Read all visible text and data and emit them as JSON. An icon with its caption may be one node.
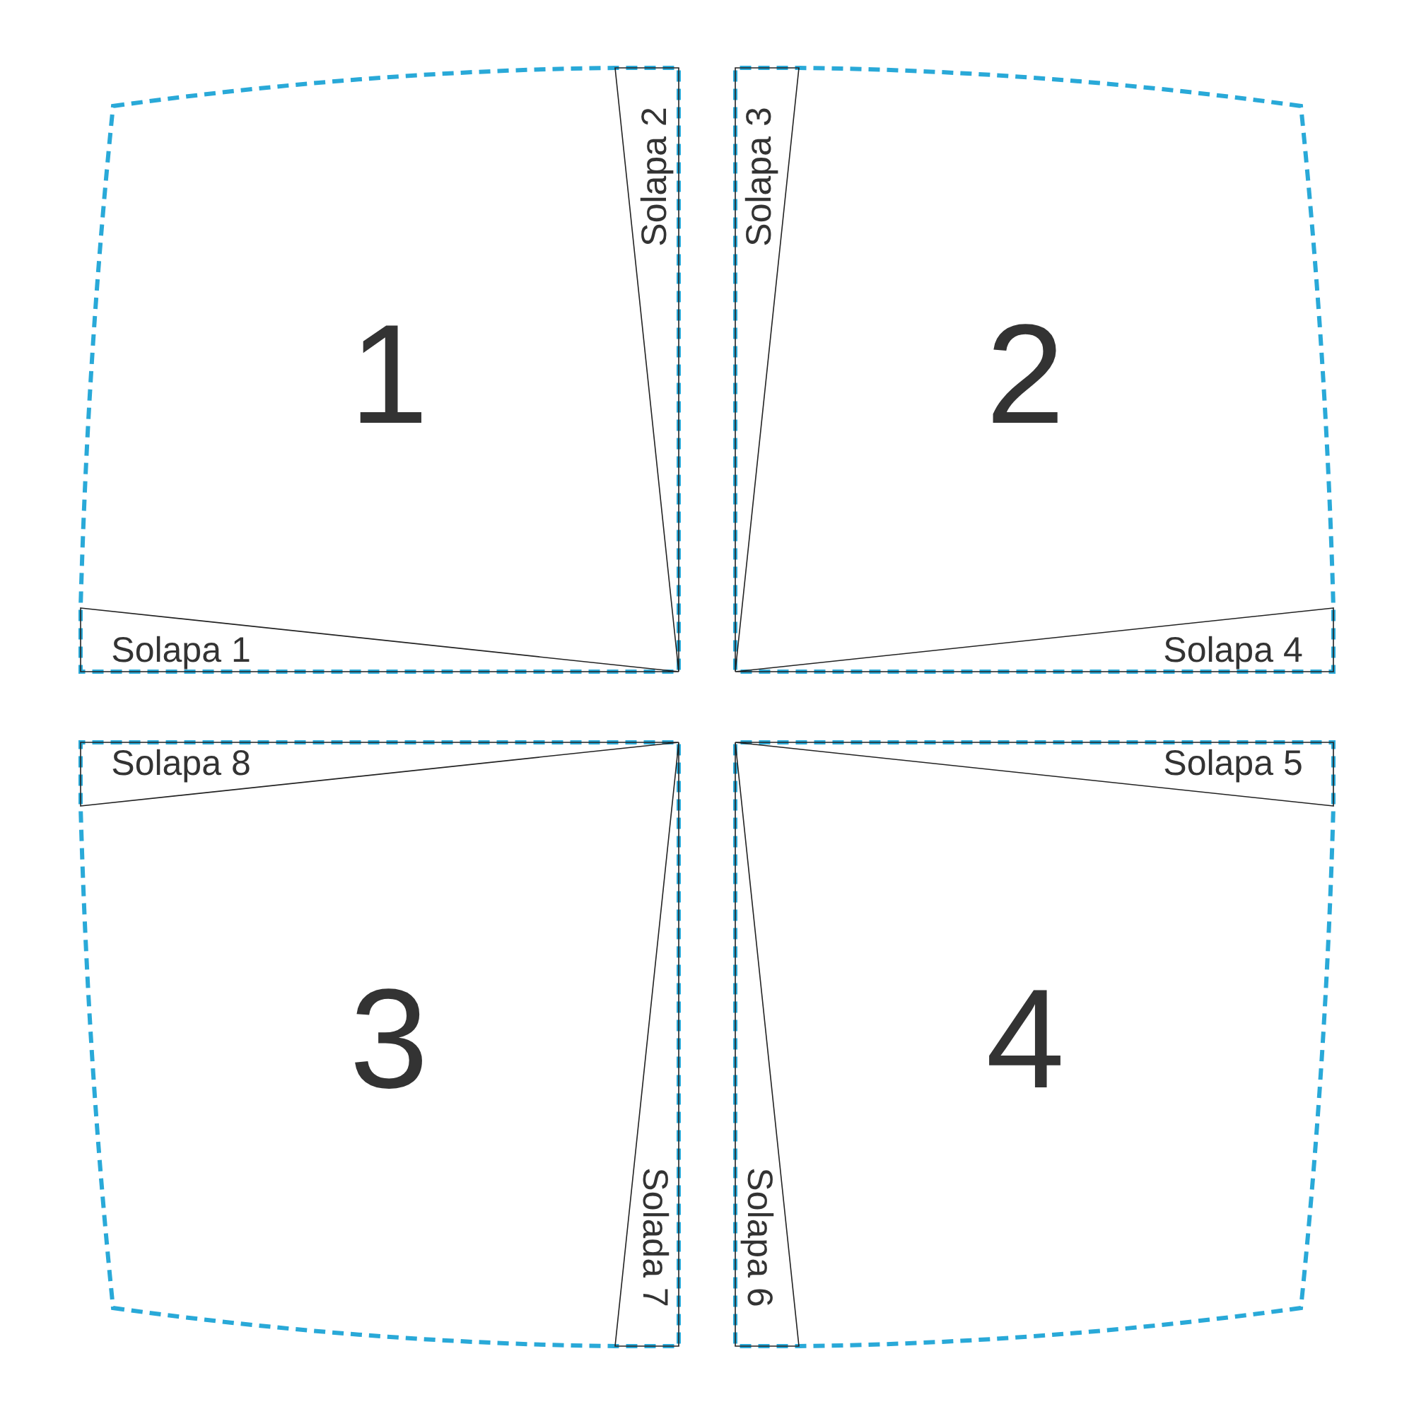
{
  "diagram": {
    "nodes": [
      {
        "text": [
          "1"
        ]
      },
      {
        "text": [
          "Solapa 2"
        ],
        "in": 0
      },
      {
        "text": [
          "Solapa 1"
        ],
        "in": 0
      },
      {
        "text": [
          "2"
        ]
      },
      {
        "text": [
          "Solapa 3"
        ],
        "in": 3
      },
      {
        "text": [
          "Solapa 4"
        ],
        "in": 3
      },
      {
        "text": [
          "3"
        ]
      },
      {
        "text": [
          "Solapa 8"
        ],
        "in": 6
      },
      {
        "text": [
          "Solada 7"
        ],
        "in": 6
      },
      {
        "text": [
          "4"
        ]
      },
      {
        "text": [
          "Solapa 5"
        ],
        "in": 9
      },
      {
        "text": [
          "Solapa 6"
        ],
        "in": 9
      }
    ]
  }
}
